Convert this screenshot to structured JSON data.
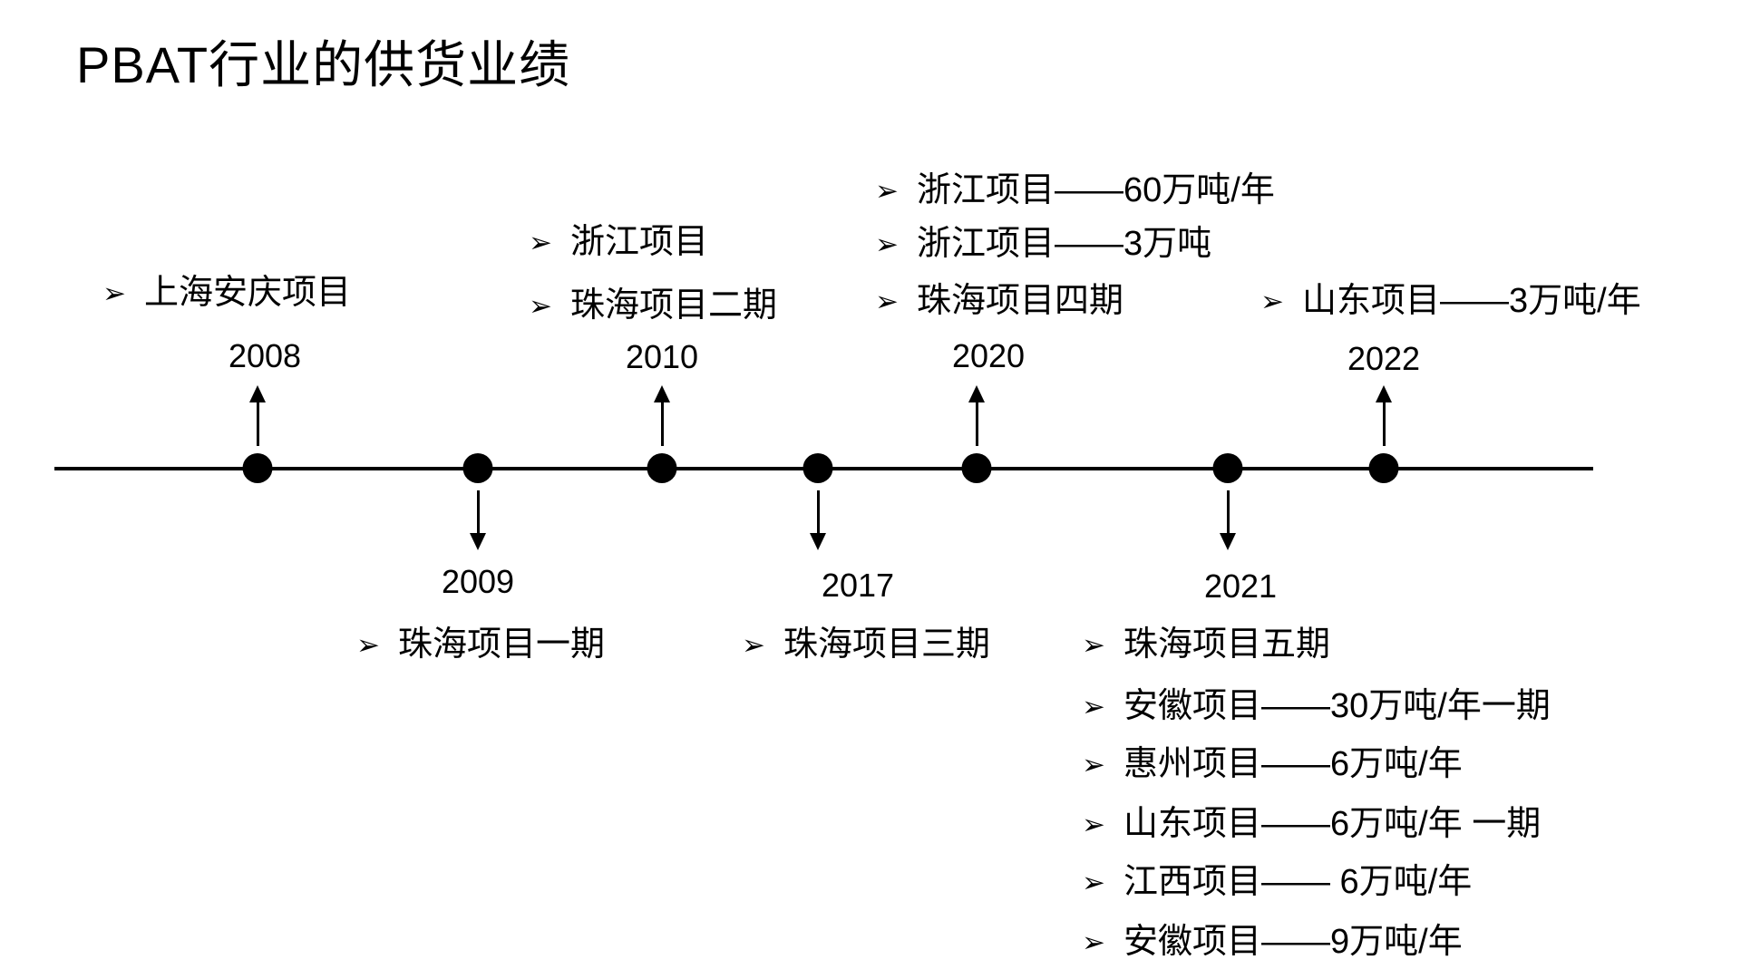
{
  "page": {
    "title": "PBAT行业的供货业绩"
  },
  "icons": {
    "bullet": "➢"
  },
  "colors": {
    "ink": "#000000",
    "background": "#ffffff"
  },
  "timeline": {
    "orientation": "horizontal",
    "events": [
      {
        "year": "2008",
        "direction": "up",
        "projects": [
          "上海安庆项目"
        ]
      },
      {
        "year": "2009",
        "direction": "down",
        "projects": [
          "珠海项目一期"
        ]
      },
      {
        "year": "2010",
        "direction": "up",
        "projects": [
          "浙江项目",
          "珠海项目二期"
        ]
      },
      {
        "year": "2017",
        "direction": "down",
        "projects": [
          "珠海项目三期"
        ]
      },
      {
        "year": "2020",
        "direction": "up",
        "projects": [
          "浙江项目——60万吨/年",
          "浙江项目——3万吨",
          "珠海项目四期"
        ]
      },
      {
        "year": "2021",
        "direction": "down",
        "projects": [
          "珠海项目五期",
          "安徽项目——30万吨/年一期",
          "惠州项目——6万吨/年",
          "山东项目——6万吨/年 一期",
          "江西项目—— 6万吨/年",
          "安徽项目——9万吨/年"
        ]
      },
      {
        "year": "2022",
        "direction": "up",
        "projects": [
          "山东项目——3万吨/年"
        ]
      }
    ]
  }
}
